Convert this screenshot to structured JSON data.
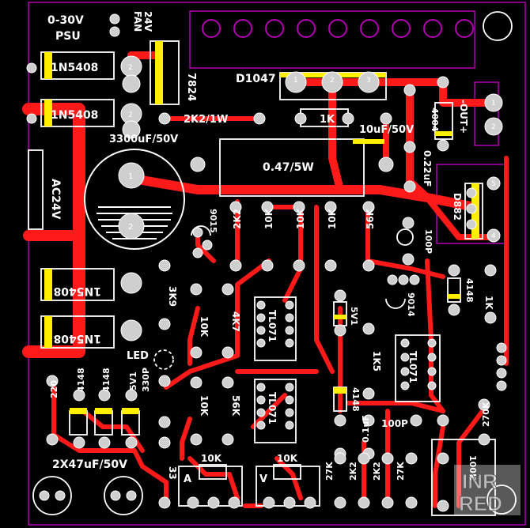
{
  "board": {
    "title": "0-30V",
    "subtitle": "PSU",
    "fan_label": "FAN",
    "fan_voltage": "24V",
    "regulator": "7824",
    "transistor_main": "D1047",
    "output_label": "-OUT+",
    "ac_input": "AC24V",
    "led_label": "LED",
    "ammeter_label": "A",
    "voltmeter_label": "V",
    "double_cap": "2X47uF/50V"
  },
  "components": [
    {
      "id": "d1",
      "text": "1N5408"
    },
    {
      "id": "d2",
      "text": "1N5408"
    },
    {
      "id": "c_main",
      "text": "3300uF/50V"
    },
    {
      "id": "r_2k2_1w",
      "text": "2K2/1W"
    },
    {
      "id": "r_1k_top",
      "text": "1K"
    },
    {
      "id": "c_10uf",
      "text": "10uF/50V"
    },
    {
      "id": "r_shunt",
      "text": "0.47/5W"
    },
    {
      "id": "d_4004",
      "text": "4004"
    },
    {
      "id": "c_022",
      "text": "0.22uF"
    },
    {
      "id": "q_d882",
      "text": "D882"
    },
    {
      "id": "q_9015",
      "text": "9015"
    },
    {
      "id": "r_2k2_a",
      "text": "2K2"
    },
    {
      "id": "r_10k_a",
      "text": "10K"
    },
    {
      "id": "r_10k_b",
      "text": "10K"
    },
    {
      "id": "r_10k_c",
      "text": "10K"
    },
    {
      "id": "r_56k_a",
      "text": "56K"
    },
    {
      "id": "c_100p_a",
      "text": "100P"
    },
    {
      "id": "d3",
      "text": "1N5408"
    },
    {
      "id": "d4",
      "text": "1N5408"
    },
    {
      "id": "r_3k9",
      "text": "3K9"
    },
    {
      "id": "r_10k_d",
      "text": "10K"
    },
    {
      "id": "r_4k7",
      "text": "4K7"
    },
    {
      "id": "ic_1",
      "text": "TL071"
    },
    {
      "id": "z_5v1_a",
      "text": "5V1"
    },
    {
      "id": "q_9014",
      "text": "9014"
    },
    {
      "id": "d_4148_a",
      "text": "4148"
    },
    {
      "id": "r_1k_b",
      "text": "1K"
    },
    {
      "id": "r_1k5",
      "text": "1K5"
    },
    {
      "id": "ic_2",
      "text": "TL071"
    },
    {
      "id": "ic_3",
      "text": "TL071"
    },
    {
      "id": "d_4148_b",
      "text": "4148"
    },
    {
      "id": "d_4148_c",
      "text": "4148"
    },
    {
      "id": "z_5v1_b",
      "text": "5V1"
    },
    {
      "id": "c_330p",
      "text": "330P"
    },
    {
      "id": "r_220",
      "text": "220"
    },
    {
      "id": "r_10k_e",
      "text": "10K"
    },
    {
      "id": "r_56k_b",
      "text": "56K"
    },
    {
      "id": "d_4148_d",
      "text": "4148"
    },
    {
      "id": "c_01uf",
      "text": "0.1uF"
    },
    {
      "id": "c_100p_b",
      "text": "100P"
    },
    {
      "id": "r_270k",
      "text": "270K"
    },
    {
      "id": "r_100k",
      "text": "100K"
    },
    {
      "id": "r_33",
      "text": "33"
    },
    {
      "id": "pot_a",
      "text": "10K"
    },
    {
      "id": "pot_v",
      "text": "10K"
    },
    {
      "id": "r_27k_a",
      "text": "27K"
    },
    {
      "id": "r_2k2_b",
      "text": "2K2"
    },
    {
      "id": "r_27k_b",
      "text": "27K"
    },
    {
      "id": "r_2k2_c",
      "text": "2K2"
    }
  ],
  "pin_numbers": {
    "one": "1",
    "two": "2",
    "three": "3",
    "four": "4",
    "five": "5"
  },
  "watermark": {
    "line1": "INR",
    "line2": "RED"
  },
  "colors": {
    "trace": "#ff1a1a",
    "silk": "#ffffff",
    "pad": "#c8c8c8",
    "outline": "#b000b0",
    "marker": "#ffee00",
    "background": "#000000"
  }
}
